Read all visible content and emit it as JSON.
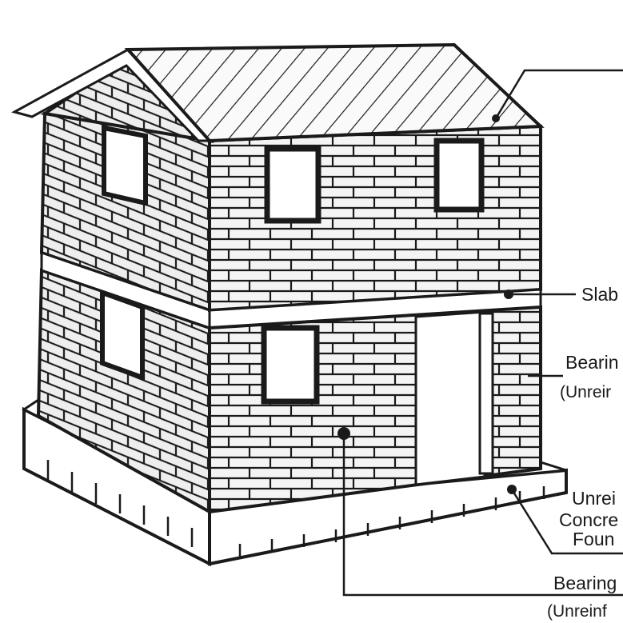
{
  "labels": {
    "slab": "Slab",
    "bearing_wall_upper_line1": "Bearin",
    "bearing_wall_upper_line2": "(Unreir",
    "foundation_line1": "Unrei",
    "foundation_line2": "Concre",
    "foundation_line3": "Foun",
    "bearing_wall_lower_line1": "Bearing",
    "bearing_wall_lower_line2": "(Unreinf"
  },
  "colors": {
    "ink": "#1a1a1a",
    "paper": "#ffffff",
    "wall_fill": "#f2f2f2"
  }
}
